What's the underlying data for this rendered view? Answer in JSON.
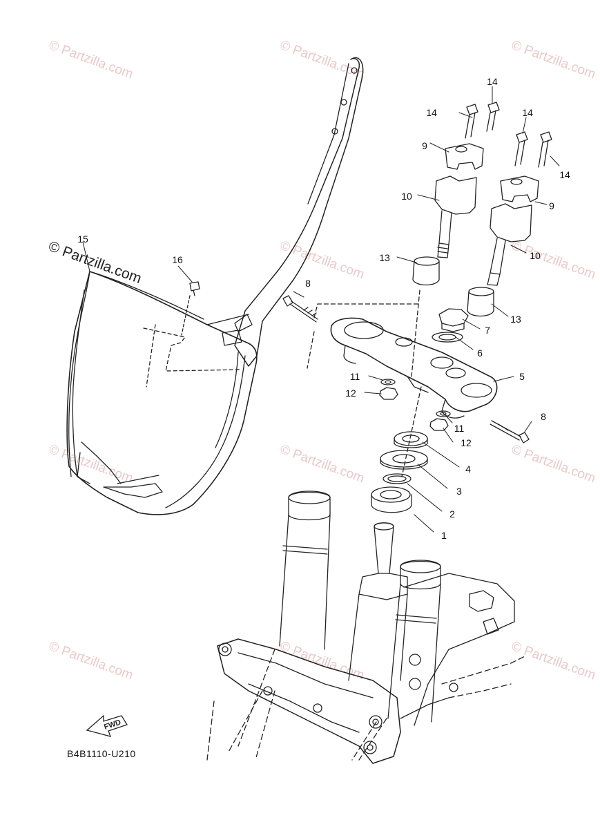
{
  "watermark": {
    "text": "© Partzilla.com"
  },
  "diagram_code": "B4B1110-U210",
  "fwd_label": "FWD",
  "callouts": [
    {
      "id": "c1",
      "label": "1"
    },
    {
      "id": "c2",
      "label": "2"
    },
    {
      "id": "c3",
      "label": "3"
    },
    {
      "id": "c4",
      "label": "4"
    },
    {
      "id": "c5",
      "label": "5"
    },
    {
      "id": "c6",
      "label": "6"
    },
    {
      "id": "c7",
      "label": "7"
    },
    {
      "id": "c8a",
      "label": "8"
    },
    {
      "id": "c8b",
      "label": "8"
    },
    {
      "id": "c9a",
      "label": "9"
    },
    {
      "id": "c9b",
      "label": "9"
    },
    {
      "id": "c10a",
      "label": "10"
    },
    {
      "id": "c10b",
      "label": "10"
    },
    {
      "id": "c11a",
      "label": "11"
    },
    {
      "id": "c11b",
      "label": "11"
    },
    {
      "id": "c12a",
      "label": "12"
    },
    {
      "id": "c12b",
      "label": "12"
    },
    {
      "id": "c13a",
      "label": "13"
    },
    {
      "id": "c13b",
      "label": "13"
    },
    {
      "id": "c14a",
      "label": "14"
    },
    {
      "id": "c14b",
      "label": "14"
    },
    {
      "id": "c14c",
      "label": "14"
    },
    {
      "id": "c14d",
      "label": "14"
    },
    {
      "id": "c15",
      "label": "15"
    },
    {
      "id": "c16",
      "label": "16"
    }
  ]
}
